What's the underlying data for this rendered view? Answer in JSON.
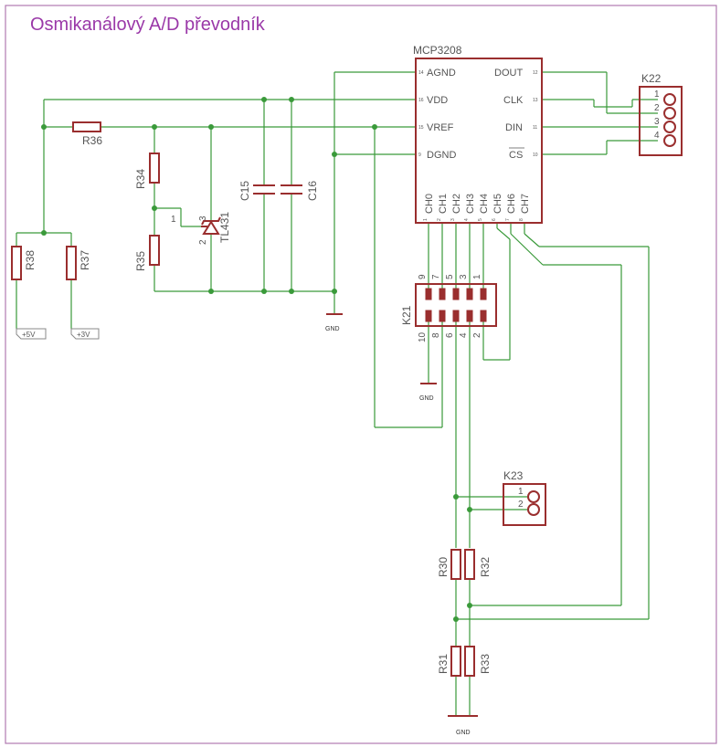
{
  "title": "Osmikanálový A/D převodník",
  "ic": {
    "name": "MCP3208",
    "left_pins": [
      "AGND",
      "VDD",
      "VREF",
      "DGND"
    ],
    "left_pin_numbers": [
      "14",
      "16",
      "15",
      "9"
    ],
    "right_pins": [
      "DOUT",
      "CLK",
      "DIN",
      "CS"
    ],
    "right_pin_numbers": [
      "12",
      "13",
      "11",
      "10"
    ],
    "bottom_pins": [
      "CH0",
      "CH1",
      "CH2",
      "CH3",
      "CH4",
      "CH5",
      "CH6",
      "CH7"
    ],
    "bottom_pin_numbers": [
      "1",
      "2",
      "3",
      "4",
      "5",
      "6",
      "7",
      "8"
    ]
  },
  "k22": {
    "name": "K22",
    "pins": [
      "1",
      "2",
      "3",
      "4"
    ]
  },
  "k23": {
    "name": "K23",
    "pins": [
      "1",
      "2"
    ]
  },
  "k21": {
    "name": "K21",
    "top_pins": [
      "9",
      "7",
      "5",
      "3",
      "1"
    ],
    "bottom_pins": [
      "10",
      "8",
      "6",
      "4",
      "2"
    ]
  },
  "resistors": {
    "r30": "R30",
    "r31": "R31",
    "r32": "R32",
    "r33": "R33",
    "r34": "R34",
    "r35": "R35",
    "r36": "R36",
    "r37": "R37",
    "r38": "R38"
  },
  "capacitors": {
    "c15": "C15",
    "c16": "C16"
  },
  "reference": {
    "name": "TL431",
    "pin1": "1",
    "pin2": "2",
    "pin3": "3"
  },
  "supplies": {
    "p5v": "+5V",
    "p3v": "+3V"
  },
  "ground": "GND",
  "colors": {
    "wire": "#3a9a3a",
    "part": "#9a2e2e",
    "title": "#9a38a8",
    "frame": "#b07ab0"
  }
}
